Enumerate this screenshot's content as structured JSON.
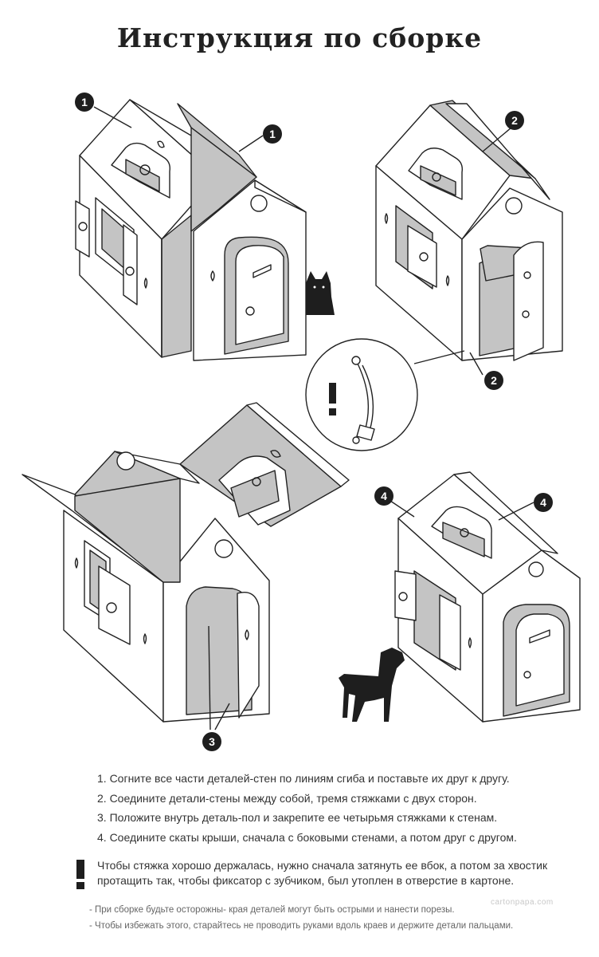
{
  "title": "Инструкция по сборке",
  "markers": {
    "m1": "1",
    "m2": "2",
    "m3": "3",
    "m4": "4"
  },
  "steps": [
    "1. Согните все части деталей-стен по линиям сгиба и поставьте их друг к другу.",
    "2. Соедините детали-стены между собой, тремя стяжками с двух сторон.",
    "3. Положите внутрь деталь-пол и закрепите ее четырьмя стяжками к стенам.",
    "4. Соедините скаты крыши, сначала с боковыми стенами, а потом друг с другом."
  ],
  "warning": {
    "icon": "exclamation-icon",
    "text": "Чтобы стяжка хорошо держалась, нужно сначала затянуть ее вбок, а потом за хвостик протащить так, чтобы фиксатор с зубчиком, был утоплен в отверстие в картоне."
  },
  "notes": [
    "- При сборке будьте осторожны- края деталей могут быть острыми и нанести порезы.",
    "- Чтобы избежать этого, старайтесь не проводить руками вдоль краев и держите детали пальцами."
  ],
  "watermark": "cartonpapa.com",
  "colors": {
    "line": "#222222",
    "panel_gray": "#bdbdbd",
    "marker_fill": "#1e1e1e"
  }
}
